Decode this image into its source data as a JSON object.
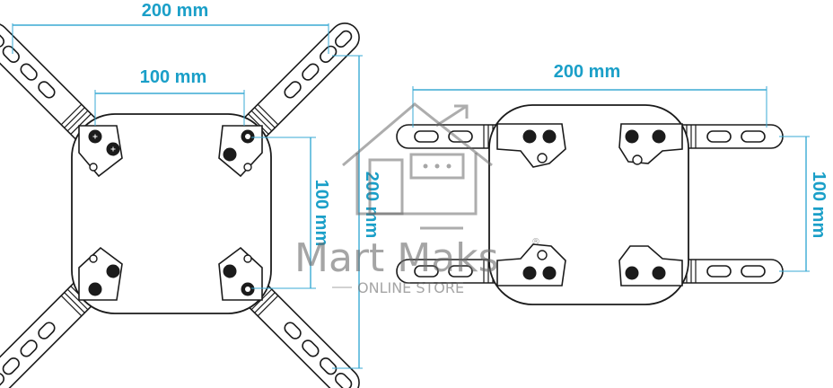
{
  "left_view": {
    "top_dimension": "200 mm",
    "inner_dimension": "100 mm",
    "right_inner_dimension": "100 mm",
    "right_outer_dimension": "200 mm"
  },
  "right_view": {
    "top_dimension": "200 mm",
    "side_dimension": "100 mm"
  },
  "watermark": {
    "brand": "Mart Maks",
    "registered_mark": "®",
    "tagline": "ONLINE STORE"
  }
}
